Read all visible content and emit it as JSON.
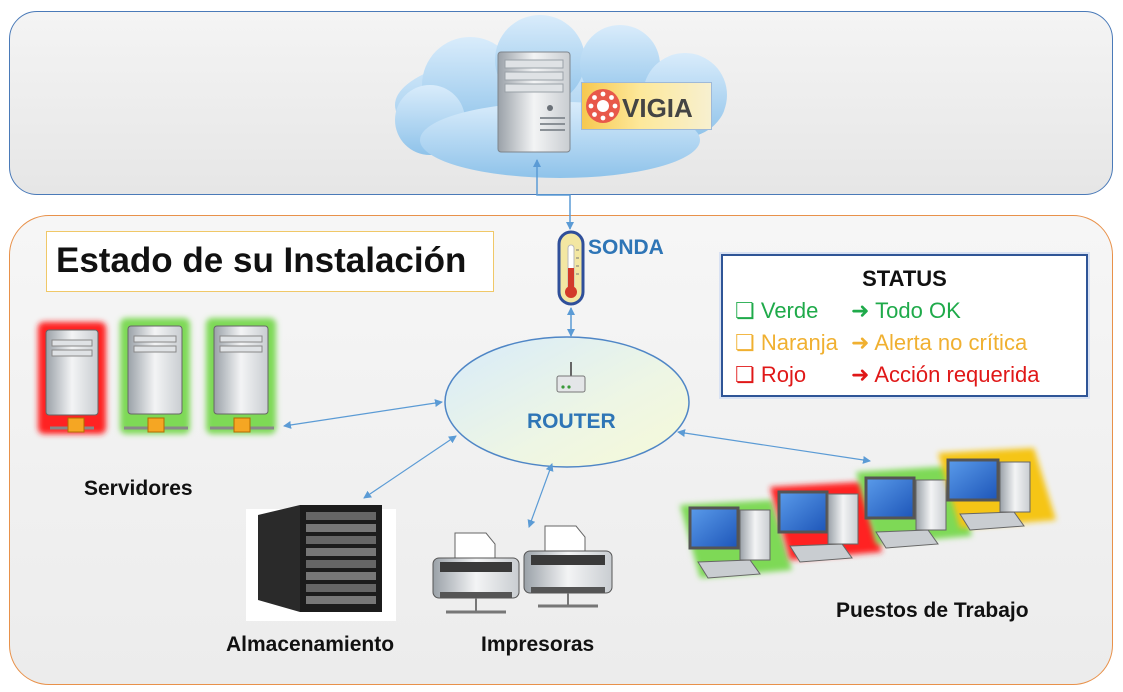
{
  "title": "Estado de su Instalación",
  "cloud": {
    "brand": "VIGIA"
  },
  "probe": {
    "label": "SONDA"
  },
  "router": {
    "label": "ROUTER"
  },
  "status": {
    "heading": "STATUS",
    "rows": [
      {
        "color_name": "Verde",
        "meaning": "Todo OK",
        "color": "#1faa4a"
      },
      {
        "color_name": "Naranja",
        "meaning": "Alerta no crítica",
        "color": "#f0b030"
      },
      {
        "color_name": "Rojo",
        "meaning": "Acción requerida",
        "color": "#e01818"
      }
    ]
  },
  "groups": {
    "servers": "Servidores",
    "storage": "Almacenamiento",
    "printers": "Impresoras",
    "workstations": "Puestos de Trabajo"
  },
  "colors": {
    "accent_blue": "#2e75b6",
    "ok": "#1faa4a",
    "warning": "#f0b030",
    "critical": "#e01818"
  }
}
